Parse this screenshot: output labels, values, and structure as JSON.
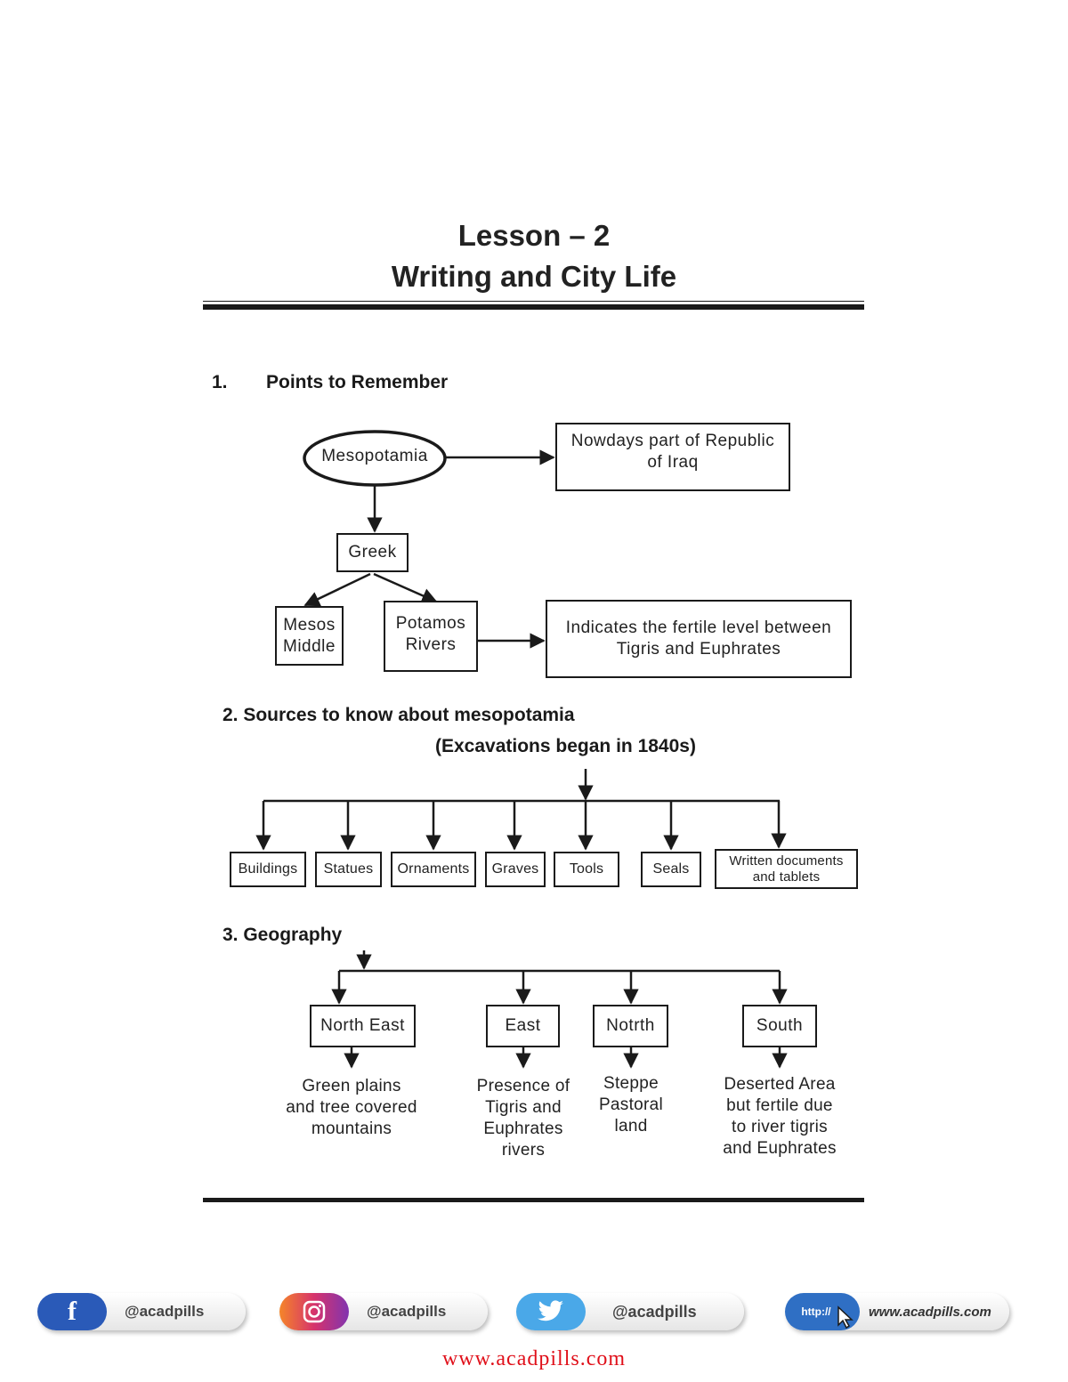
{
  "page": {
    "lesson": "Lesson – 2",
    "title": "Writing and City Life"
  },
  "section1": {
    "number": "1.",
    "heading": "Points to Remember",
    "mesopotamia": "Mesopotamia",
    "iraq_line1": "Nowdays part of Republic",
    "iraq_line2": "of Iraq",
    "greek": "Greek",
    "mesos_line1": "Mesos",
    "mesos_line2": "Middle",
    "potamos_line1": "Potamos",
    "potamos_line2": "Rivers",
    "fertile_line1": "Indicates the fertile level between",
    "fertile_line2": "Tigris and Euphrates"
  },
  "section2": {
    "heading": "2.  Sources to know about mesopotamia",
    "subheading": "(Excavations began in 1840s)",
    "sources": [
      "Buildings",
      "Statues",
      "Ornaments",
      "Graves",
      "Tools",
      "Seals"
    ],
    "written_line1": "Written documents",
    "written_line2": "and tablets"
  },
  "section3": {
    "heading": "3.  Geography",
    "regions": [
      {
        "name": "North East",
        "desc": [
          "Green plains",
          "and tree covered",
          "mountains"
        ]
      },
      {
        "name": "East",
        "desc": [
          "Presence of",
          "Tigris and",
          "Euphrates",
          "rivers"
        ]
      },
      {
        "name": "Notrth",
        "desc": [
          "Steppe",
          "Pastoral",
          "land"
        ]
      },
      {
        "name": "South",
        "desc": [
          "Deserted Area",
          "but fertile due",
          "to river tigris",
          "and Euphrates"
        ]
      }
    ]
  },
  "footer": {
    "facebook": "@acadpills",
    "instagram": "@acadpills",
    "twitter": "@acadpills",
    "web_prefix": "http://",
    "website": "www.acadpills.com",
    "url": "www.acadpills.com",
    "colors": {
      "facebook": "#2a5ab8",
      "instagram": "#d6336c",
      "twitter": "#4aa8e8",
      "web": "#2f6fc4",
      "url": "#e0101a"
    }
  }
}
